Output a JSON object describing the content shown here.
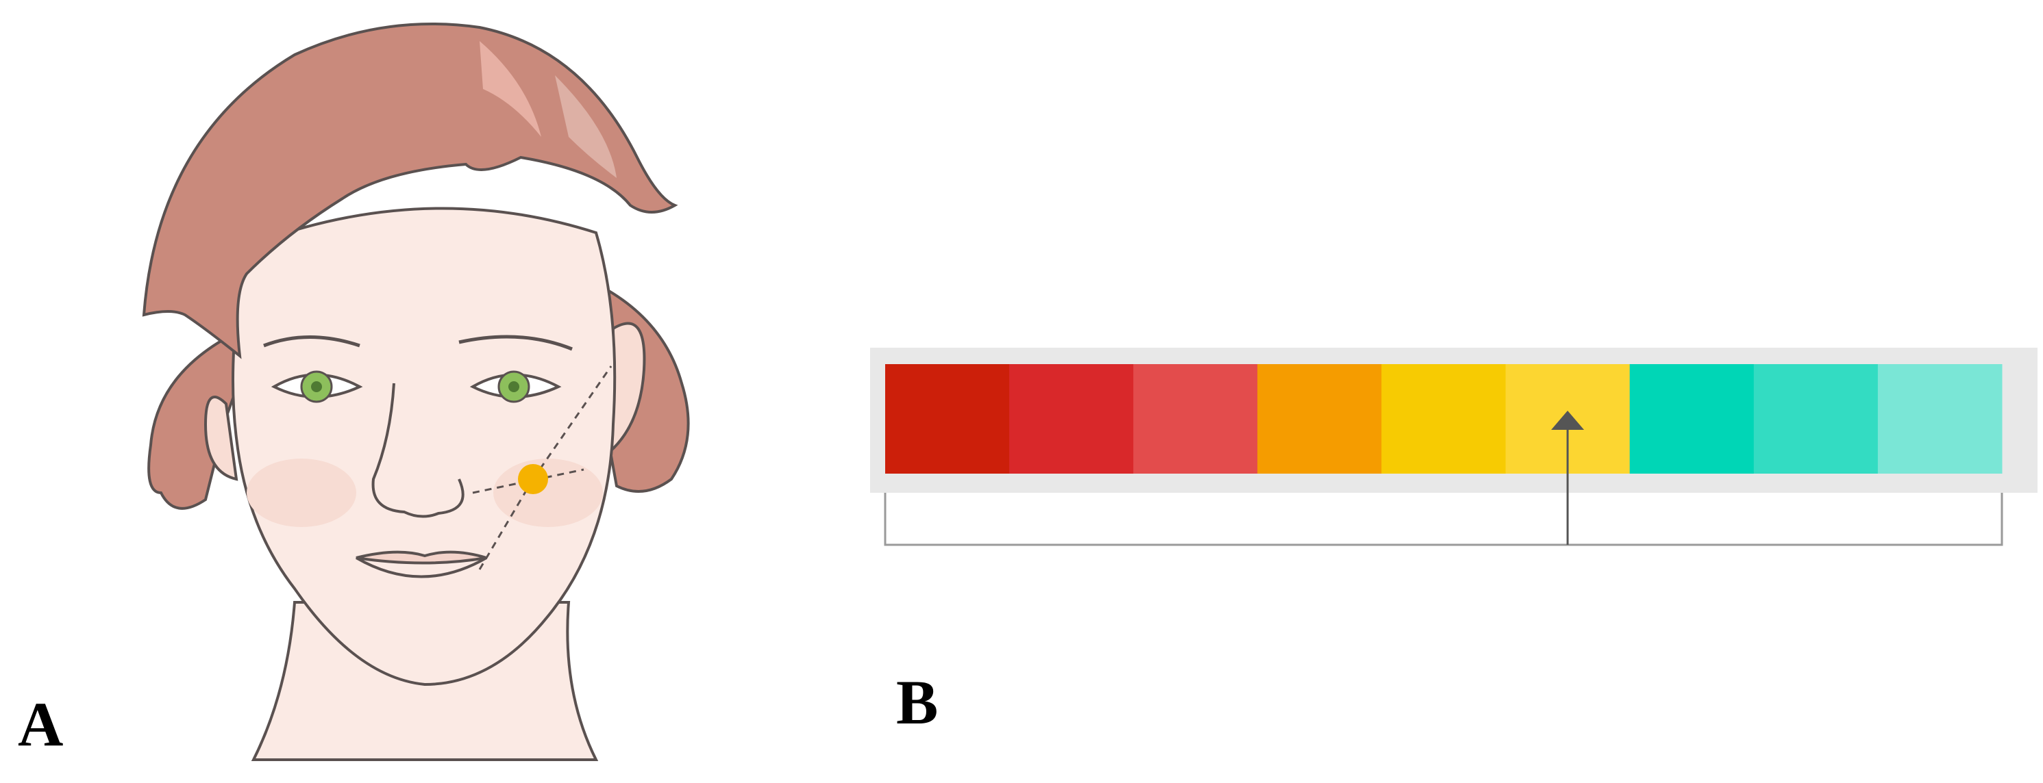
{
  "panels": [
    {
      "id": "A",
      "label": "A",
      "subject": "face-illustration-with-acupoint"
    },
    {
      "id": "B",
      "label": "B",
      "subject": "color-rating-scale"
    }
  ],
  "face": {
    "point_color": "#f5b200",
    "hair_color": "#c98a7c",
    "skin_color": "#fbeae4",
    "eye_color": "#8dbf5c",
    "outline_color": "#5a5150"
  },
  "scale": {
    "segment_count": 9,
    "segments": [
      {
        "color": "#cc1f0a"
      },
      {
        "color": "#d9282a"
      },
      {
        "color": "#e34c4c"
      },
      {
        "color": "#f59c00"
      },
      {
        "color": "#f7cb02"
      },
      {
        "color": "#fcd631"
      },
      {
        "color": "#00d6b6"
      },
      {
        "color": "#33dcc2"
      },
      {
        "color": "#7ae6d6"
      }
    ],
    "frame_color": "#e8e8e8",
    "marker_color": "#555555",
    "bracket_color": "#9a9a9a",
    "marker_segment_index": 5
  }
}
